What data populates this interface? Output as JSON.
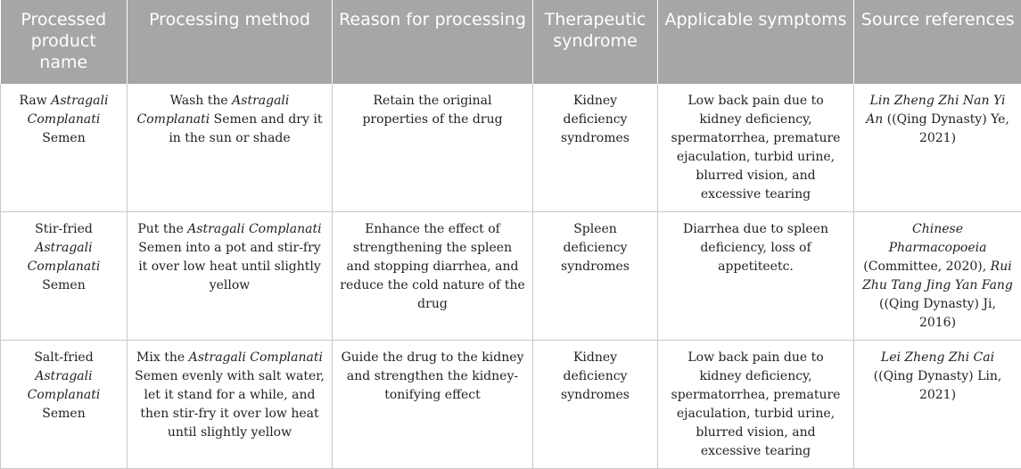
{
  "headers": [
    "Processed product name",
    "Processing method",
    "Reason for processing",
    "Therapeutic syndrome",
    "Applicable symptoms",
    "Source references"
  ],
  "rows": [
    {
      "product": {
        "pre": "Raw ",
        "italic": "Astragali Complanati",
        "post": " Semen"
      },
      "method": {
        "pre": "Wash the ",
        "italic": "Astragali Complanati",
        "post": " Semen and dry it in the sun or shade"
      },
      "reason": "Retain the original properties of the drug",
      "syndrome": "Kidney deficiency syndromes",
      "symptoms": "Low back pain due to kidney deficiency, spermatorrhea, premature ejaculation, turbid urine, blurred vision, and excessive tearing",
      "source": {
        "italic1": "Lin Zheng Zhi Nan Yi An",
        "text1": " ((Qing Dynasty) Ye, 2021)",
        "italic2": "",
        "text2": ""
      }
    },
    {
      "product": {
        "pre": "Stir-fried ",
        "italic": "Astragali Complanati",
        "post": " Semen"
      },
      "method": {
        "pre": "Put the ",
        "italic": "Astragali Complanati",
        "post": " Semen into a pot and stir-fry it over low heat until slightly yellow"
      },
      "reason": "Enhance the effect of strengthening the spleen and stopping diarrhea, and reduce the cold nature of the drug",
      "syndrome": "Spleen deficiency syndromes",
      "symptoms": "Diarrhea due to spleen deficiency, loss of appetiteetc.",
      "source": {
        "italic1": "Chinese Pharmacopoeia",
        "text1": " (Committee, 2020), ",
        "italic2": "Rui Zhu Tang Jing Yan Fang",
        "text2": " ((Qing Dynasty) Ji, 2016)"
      }
    },
    {
      "product": {
        "pre": "Salt-fried ",
        "italic": "Astragali Complanati",
        "post": " Semen"
      },
      "method": {
        "pre": "Mix the ",
        "italic": "Astragali Complanati",
        "post": " Semen evenly with salt water, let it stand for a while, and then stir-fry it over low heat until slightly yellow"
      },
      "reason": "Guide the drug to the kidney and strengthen the kidney-tonifying effect",
      "syndrome": "Kidney deficiency syndromes",
      "symptoms": "Low back pain due to kidney deficiency, spermatorrhea, premature ejaculation, turbid urine, blurred vision, and excessive tearing",
      "source": {
        "italic1": "Lei Zheng Zhi Cai",
        "text1": " ((Qing Dynasty) Lin, 2021)",
        "italic2": "",
        "text2": ""
      }
    }
  ]
}
